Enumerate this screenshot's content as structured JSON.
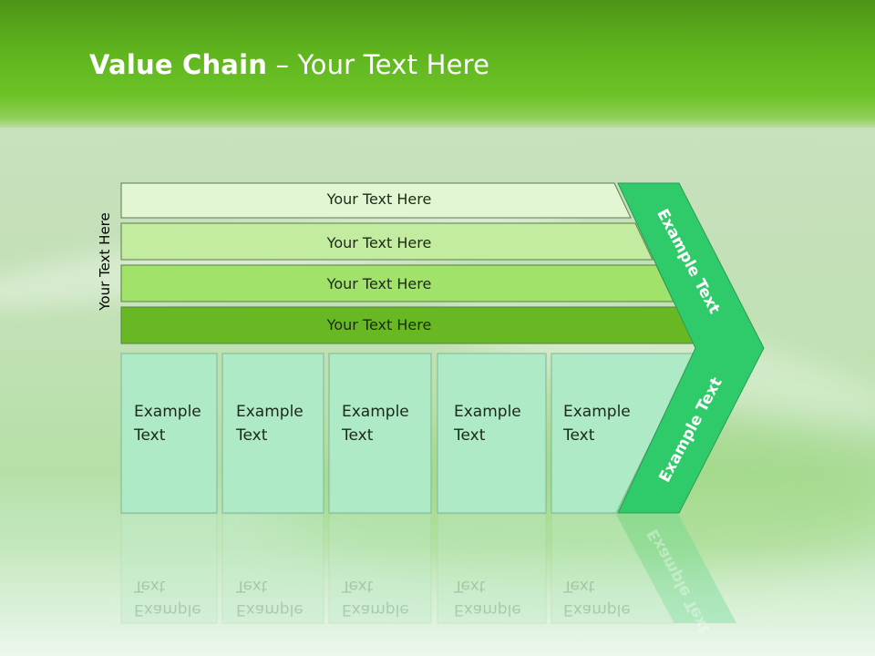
{
  "title": {
    "bold": "Value Chain",
    "rest": " – Your Text Here"
  },
  "side_label": "Your Text Here",
  "bars": [
    {
      "label": "Your Text Here",
      "fill": "#e3f6d3"
    },
    {
      "label": "Your Text Here",
      "fill": "#c4eca0"
    },
    {
      "label": "Your Text Here",
      "fill": "#a1e26a"
    },
    {
      "label": "Your Text Here",
      "fill": "#68b823"
    }
  ],
  "boxes": [
    {
      "line1": "Example",
      "line2": "Text"
    },
    {
      "line1": "Example",
      "line2": "Text"
    },
    {
      "line1": "Example",
      "line2": "Text"
    },
    {
      "line1": "Example",
      "line2": "Text"
    },
    {
      "line1": "Example",
      "line2": "Text"
    }
  ],
  "arrow": {
    "upper_label": "Example Text",
    "lower_label": "Example Text",
    "color": "#2fcb6a"
  },
  "colors": {
    "box_fill": "#aeeac6",
    "box_stroke": "#7fb596",
    "bar_stroke": "#5a7d48"
  }
}
